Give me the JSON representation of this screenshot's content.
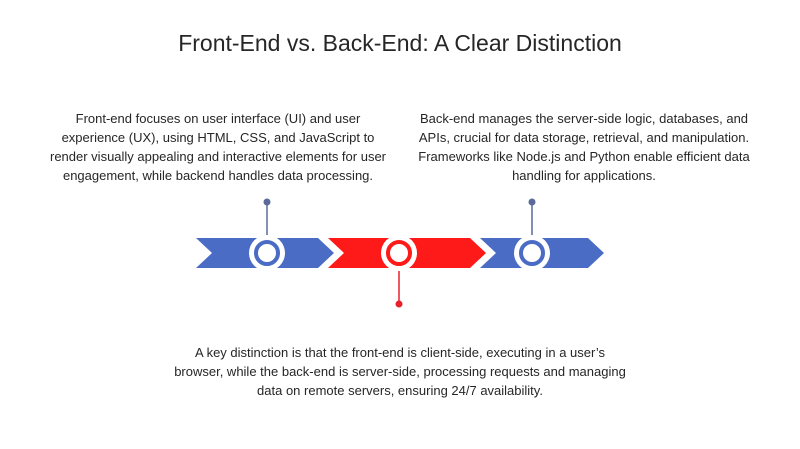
{
  "title": "Front-End vs. Back-End: A Clear Distinction",
  "colors": {
    "blue": "#4a6cc5",
    "red": "#ff1a1a",
    "pin_blue": "#5a6b99",
    "pin_red": "#e8202b",
    "ring_fill": "#ffffff"
  },
  "milestones": [
    {
      "text": "Front-end focuses on user interface (UI) and user experience (UX), using HTML, CSS, and JavaScript to render visually appealing and interactive elements for user engagement, while backend handles data processing.",
      "color": "blue"
    },
    {
      "text": "A key distinction is that the front-end is client-side, executing in a user’s browser, while the back-end is server-side, processing requests and managing data on remote servers, ensuring 24/7 availability.",
      "color": "red"
    },
    {
      "text": "Back-end manages the server-side logic, databases, and APIs, crucial for data storage, retrieval, and manipulation. Frameworks like Node.js and Python enable efficient data handling for applications.",
      "color": "blue"
    }
  ]
}
